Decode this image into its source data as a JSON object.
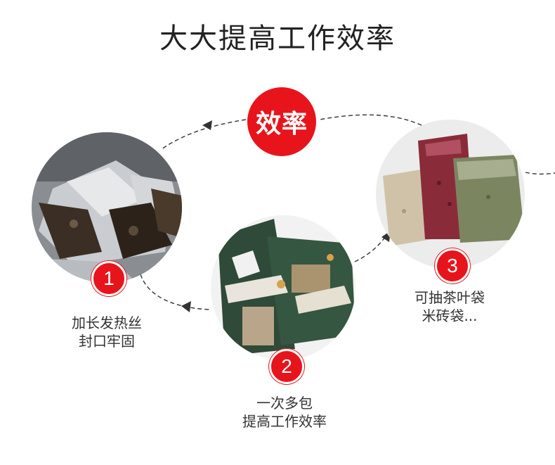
{
  "title": "大大提高工作效率",
  "badge": {
    "label": "效率",
    "color": "#e8141c"
  },
  "steps": [
    {
      "number": "1",
      "line1": "加长发热丝",
      "line2": "封口牢固"
    },
    {
      "number": "2",
      "line1": "一次多包",
      "line2": "提高工作效率"
    },
    {
      "number": "3",
      "line1": "可抽茶叶袋",
      "line2": "米砖袋..."
    }
  ]
}
